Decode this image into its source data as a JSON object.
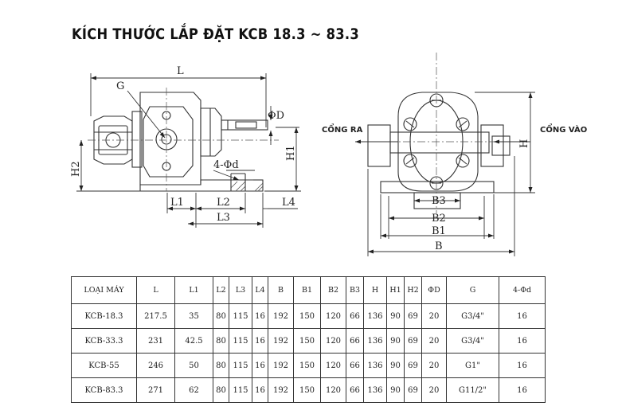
{
  "page": {
    "title": "KÍCH THƯỚC LẮP ĐẶT KCB 18.3 ~ 83.3"
  },
  "side_view": {
    "labels": {
      "L": "L",
      "G": "G",
      "phiD": "ΦD",
      "four_phi_d": "4-Φd",
      "H2": "H2",
      "H1": "H1",
      "L1": "L1",
      "L2": "L2",
      "L3": "L3",
      "L4": "L4"
    }
  },
  "front_view": {
    "labels": {
      "outlet": "CỔNG RA",
      "inlet": "CỔNG VÀO",
      "H": "H",
      "B3": "B3",
      "B2": "B2",
      "B1": "B1",
      "B": "B"
    }
  },
  "table": {
    "headers": [
      "LOẠI MÁY",
      "L",
      "L1",
      "L2",
      "L3",
      "L4",
      "B",
      "B1",
      "B2",
      "B3",
      "H",
      "H1",
      "H2",
      "ΦD",
      "G",
      "4-Φd"
    ],
    "rows": [
      [
        "KCB-18.3",
        "217.5",
        "35",
        "80",
        "115",
        "16",
        "192",
        "150",
        "120",
        "66",
        "136",
        "90",
        "69",
        "20",
        "G3/4\"",
        "16"
      ],
      [
        "KCB-33.3",
        "231",
        "42.5",
        "80",
        "115",
        "16",
        "192",
        "150",
        "120",
        "66",
        "136",
        "90",
        "69",
        "20",
        "G3/4\"",
        "16"
      ],
      [
        "KCB-55",
        "246",
        "50",
        "80",
        "115",
        "16",
        "192",
        "150",
        "120",
        "66",
        "136",
        "90",
        "69",
        "20",
        "G1\"",
        "16"
      ],
      [
        "KCB-83.3",
        "271",
        "62",
        "80",
        "115",
        "16",
        "192",
        "150",
        "120",
        "66",
        "136",
        "90",
        "69",
        "20",
        "G11/2\"",
        "16"
      ]
    ]
  }
}
